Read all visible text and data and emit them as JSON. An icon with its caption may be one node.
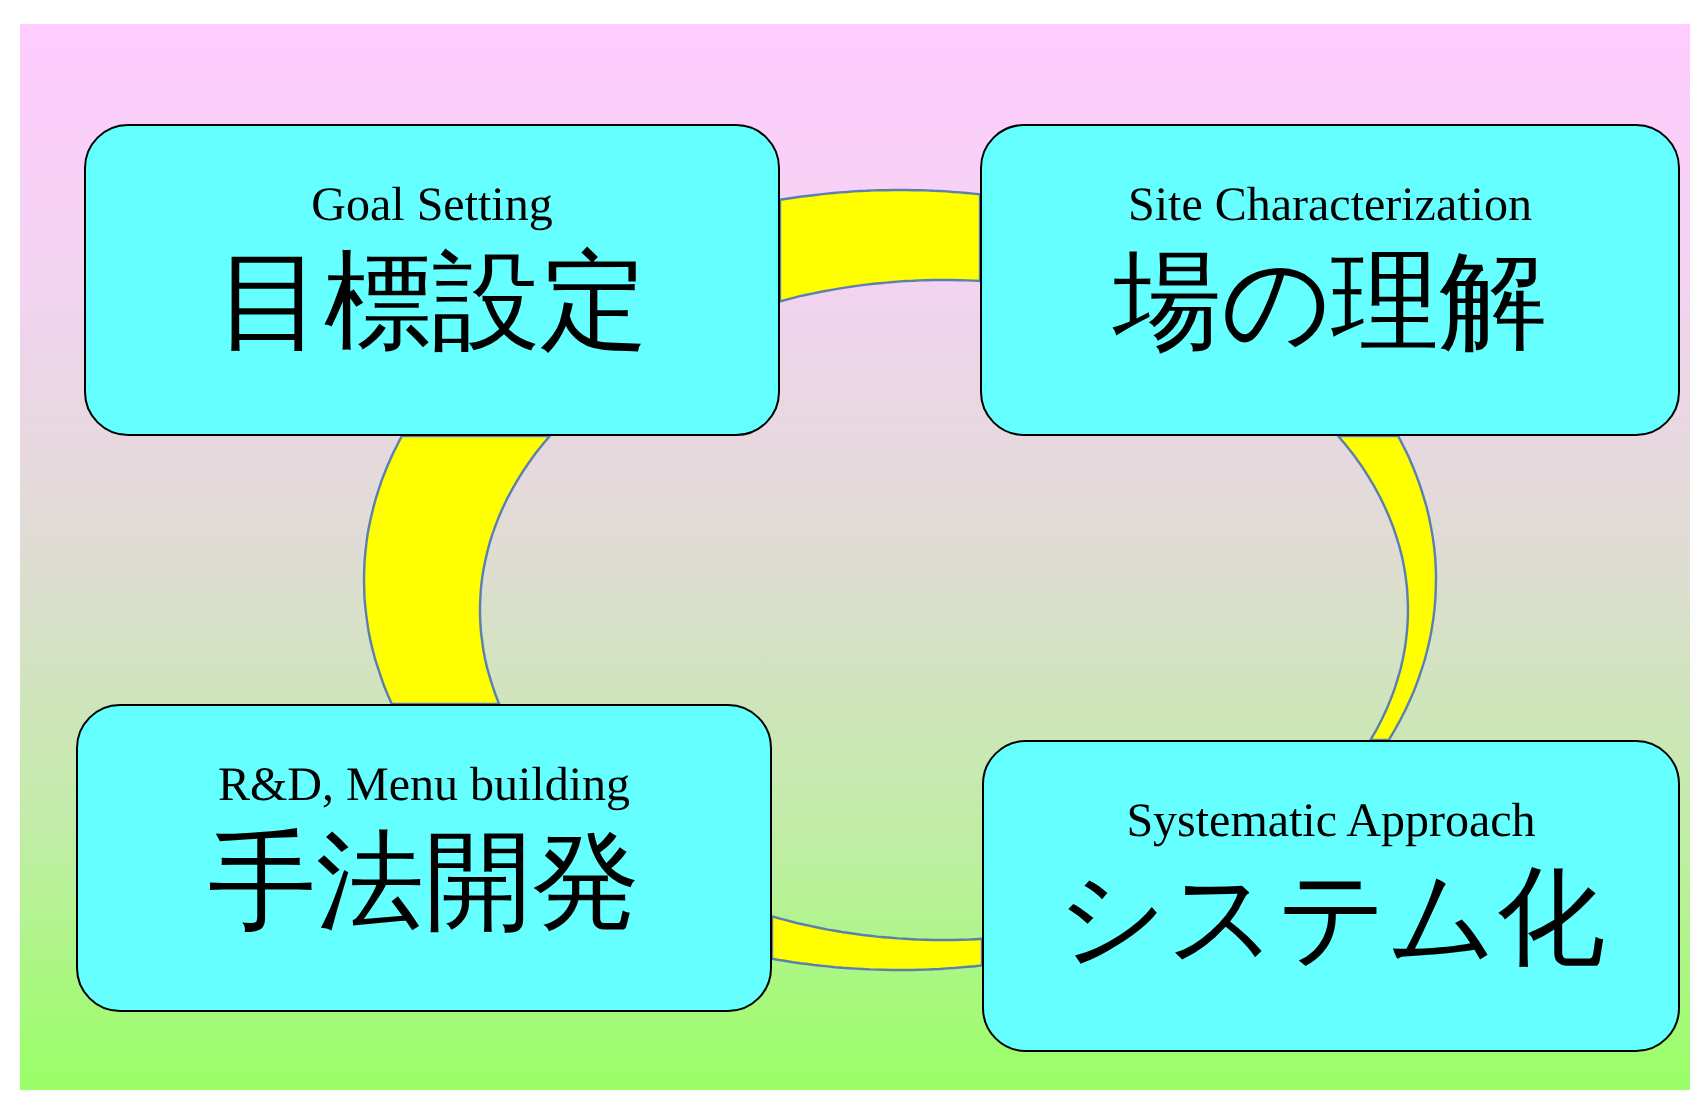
{
  "diagram": {
    "nodes": [
      {
        "text": [
          "Goal Setting",
          "目標設定"
        ]
      },
      {
        "text": [
          "Site Characterization",
          "場の理解"
        ]
      },
      {
        "text": [
          "R&D, Menu building",
          "手法開発"
        ]
      },
      {
        "text": [
          "Systematic Approach",
          "システム化"
        ]
      }
    ],
    "edges": [
      {
        "from": 0,
        "to": 1,
        "arrow": "none"
      },
      {
        "from": 1,
        "to": 3,
        "arrow": "none"
      },
      {
        "from": 3,
        "to": 2,
        "arrow": "none"
      },
      {
        "from": 2,
        "to": 0,
        "arrow": "none"
      }
    ]
  }
}
